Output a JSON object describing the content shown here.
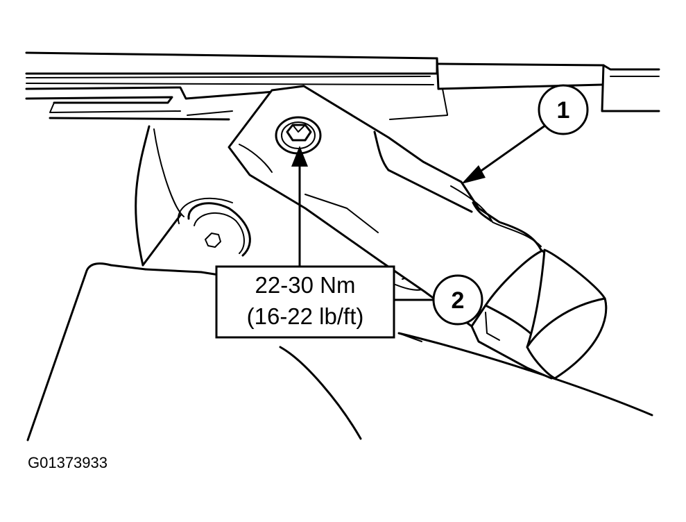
{
  "callouts": [
    {
      "id": "callout-1",
      "label": "1"
    },
    {
      "id": "callout-2",
      "label": "2"
    }
  ],
  "torque_spec": {
    "line1": "22-30 Nm",
    "line2": "(16-22 lb/ft)"
  },
  "figure_code": "G01373933"
}
